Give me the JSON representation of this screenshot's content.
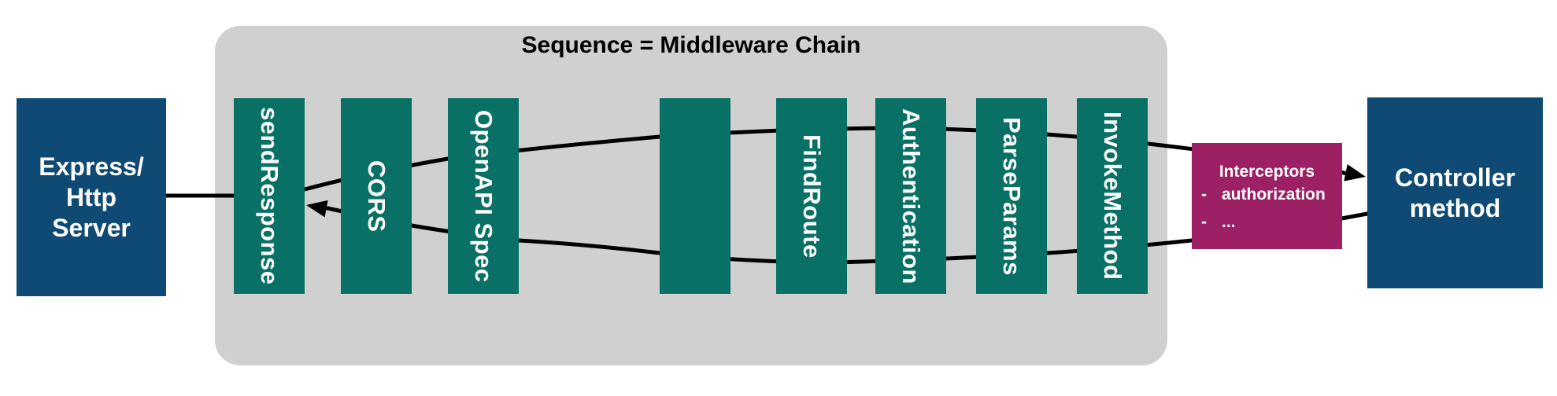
{
  "colors": {
    "navy": "#0e4a73",
    "teal": "#097066",
    "magenta": "#9c2063",
    "gray": "#d0d0d0",
    "line": "#000000"
  },
  "chain": {
    "title": "Sequence = Middleware Chain"
  },
  "nodes": {
    "express": {
      "lines": [
        "Express/",
        "Http",
        "Server"
      ]
    },
    "controller": {
      "lines": [
        "Controller",
        "method"
      ]
    }
  },
  "middleware": {
    "items": [
      {
        "label": "sendResponse"
      },
      {
        "label": "CORS"
      },
      {
        "label": "OpenAPI Spec"
      },
      {
        "label": ""
      },
      {
        "label": "FindRoute"
      },
      {
        "label": "Authentication"
      },
      {
        "label": "ParseParams"
      },
      {
        "label": "InvokeMethod"
      }
    ]
  },
  "interceptors": {
    "title": "Interceptors",
    "bullet": "-",
    "items": [
      "authorization",
      "..."
    ]
  }
}
